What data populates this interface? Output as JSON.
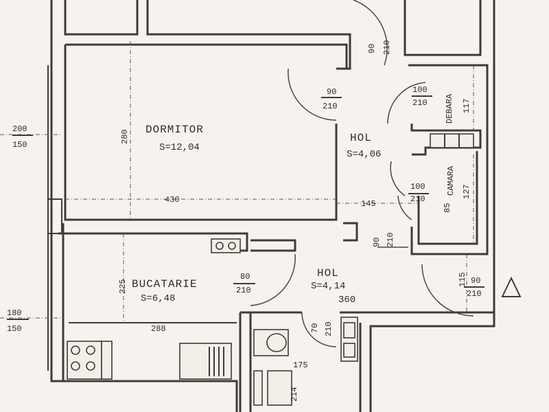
{
  "rooms": {
    "dormitor": {
      "name": "DORMITOR",
      "area": "S=12,04"
    },
    "hol_top": {
      "name": "HOL",
      "area": "S=4,06"
    },
    "hol_bottom": {
      "name": "HOL",
      "area": "S=4,14"
    },
    "bucatarie": {
      "name": "BUCATARIE",
      "area": "S=6,48"
    },
    "debara": {
      "name": "DEBARA"
    },
    "camara": {
      "name": "CAMARA"
    }
  },
  "dimensions": {
    "win_left_top_w": "200",
    "win_left_top_h": "150",
    "win_left_bottom_w": "180",
    "win_left_bottom_h": "150",
    "dorm_height": "280",
    "dorm_width": "430",
    "kitchen_height": "225",
    "kitchen_width": "288",
    "door_top_w": "90",
    "door_top_h": "210",
    "door_dorm_w": "90",
    "door_dorm_h": "210",
    "door_debara_w": "100",
    "door_debara_h": "210",
    "debara_depth": "117",
    "door_camara_w": "100",
    "door_camara_h": "210",
    "camara_depth": "127",
    "camara_width": "85",
    "hol_width": "145",
    "door_mid_w": "90",
    "door_mid_h": "210",
    "door_kitchen_w": "80",
    "door_kitchen_h": "210",
    "hol_length": "360",
    "door_entry_w": "90",
    "door_entry_h": "210",
    "entry_offset": "115",
    "door_bath_w": "70",
    "door_bath_h": "210",
    "bath_width": "175",
    "bath_tub": "214"
  },
  "colors": {
    "paper": "#f6f3ee",
    "ink": "#3f3b38"
  }
}
